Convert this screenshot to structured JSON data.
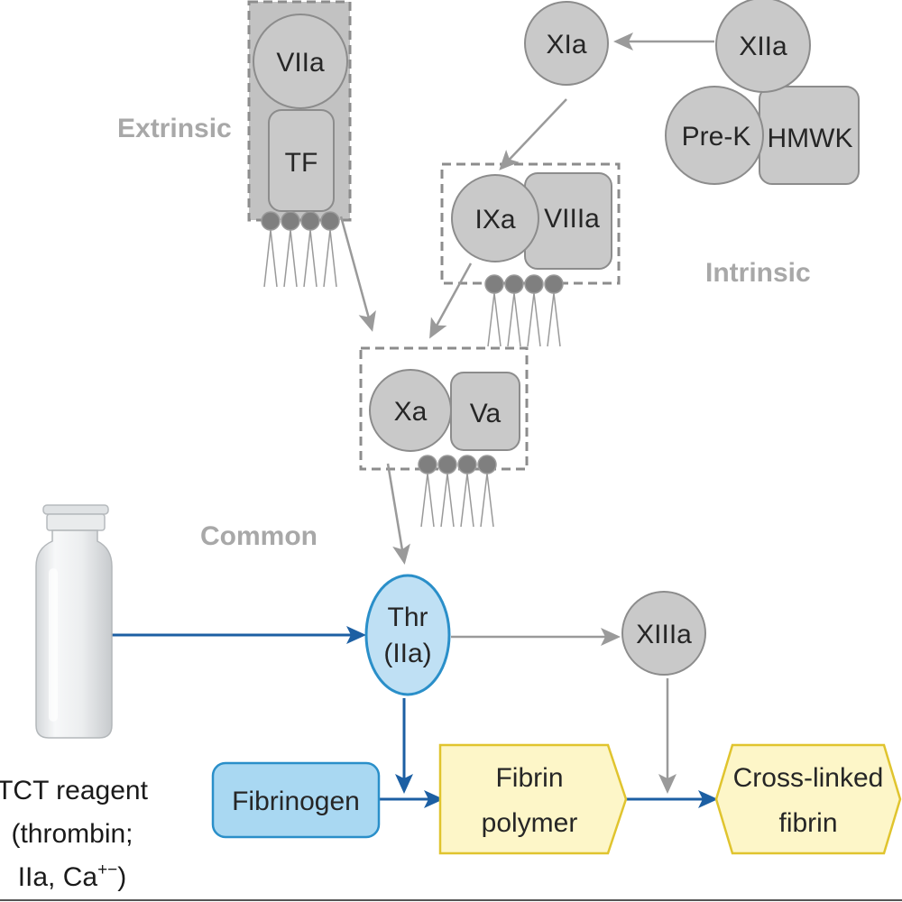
{
  "regions": {
    "extrinsic": "Extrinsic",
    "intrinsic": "Intrinsic",
    "common": "Common"
  },
  "factors": {
    "viia": "VIIa",
    "tf": "TF",
    "xia": "XIa",
    "xiia": "XIIa",
    "pre_k": "Pre-K",
    "hmwk": "HMWK",
    "ixa": "IXa",
    "viiia": "VIIIa",
    "xa": "Xa",
    "va": "Va",
    "thr_line1": "Thr",
    "thr_line2": "(IIa)",
    "xiiia": "XIIIa",
    "fibrinogen": "Fibrinogen",
    "fibrin_polymer_line1": "Fibrin",
    "fibrin_polymer_line2": "polymer",
    "cross_linked_line1": "Cross-linked",
    "cross_linked_line2": "fibrin"
  },
  "reagent": {
    "line1": "TCT reagent",
    "line2": "(thrombin;",
    "line3_prefix": "IIa, Ca",
    "line3_superscript": "+−",
    "line3_suffix": ")"
  },
  "colors": {
    "factor_fill": "#c9c9c9",
    "factor_stroke": "#8c8c8c",
    "arrow_gray": "#9a9a9a",
    "arrow_blue": "#1c5fa3",
    "thrombin_fill": "#bfe0f4",
    "thrombin_stroke": "#2a8fc9",
    "fibrinogen_fill": "#a9d8f2",
    "fibrin_fill": "#fdf6c8",
    "fibrin_stroke": "#e0c42e",
    "region_label": "#a8a8a8"
  }
}
